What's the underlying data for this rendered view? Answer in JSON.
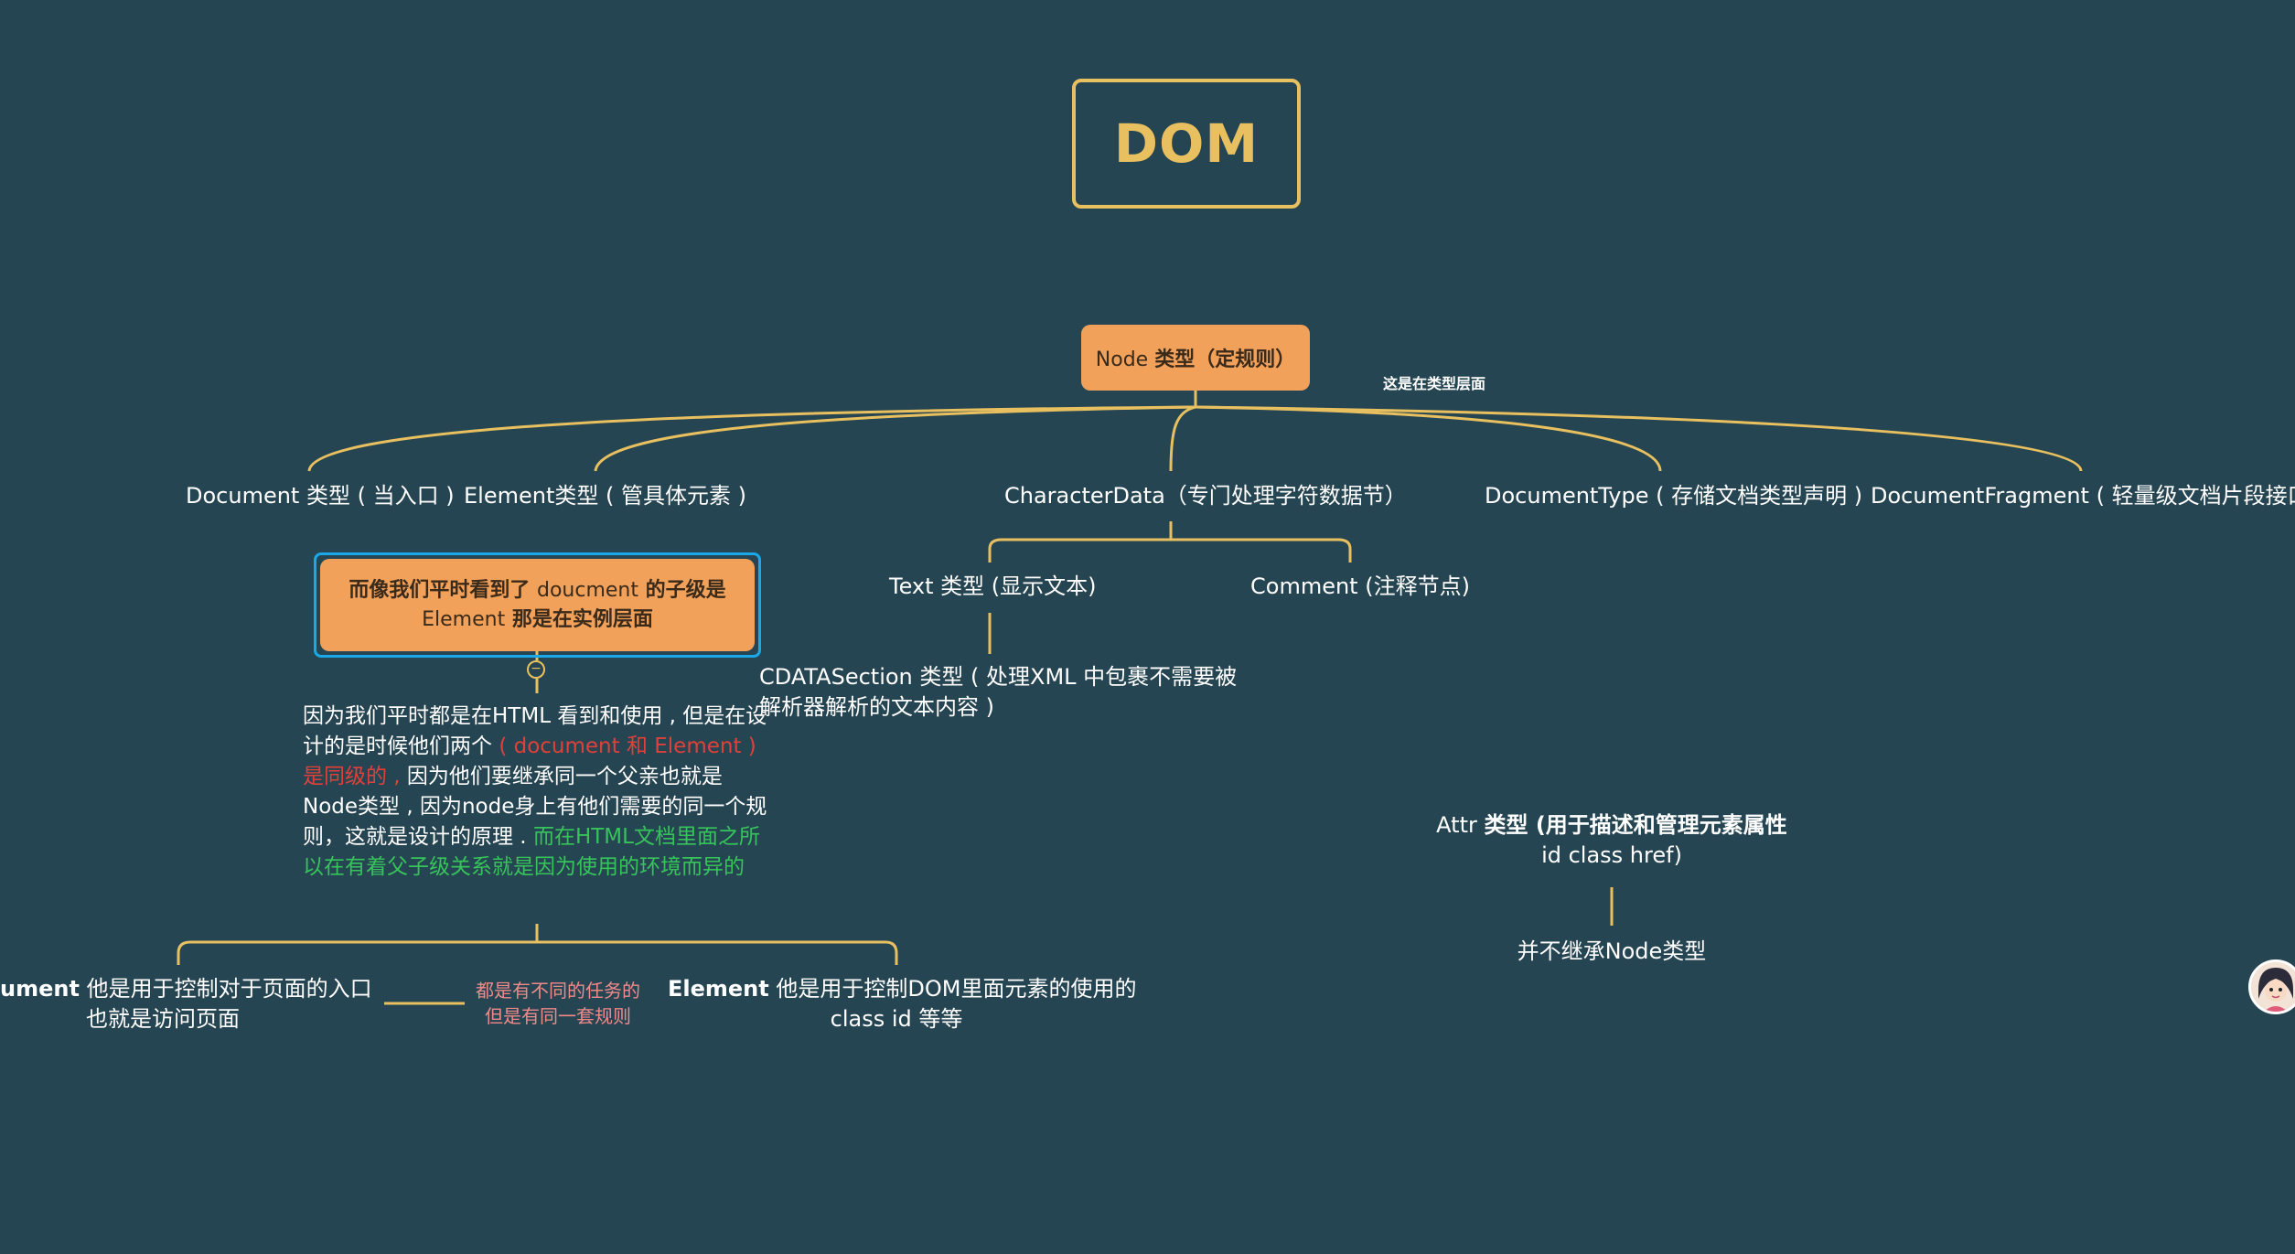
{
  "root": {
    "title": "DOM"
  },
  "main_topic": {
    "label_prefix": "Node ",
    "label_bold": "类型（定规则）"
  },
  "note": "这是在类型层面",
  "branches": {
    "document": "Document 类型 ( 当入口 )",
    "element": "Element类型 ( 管具体元素 )",
    "character_data": "CharacterData（专门处理字符数据节）",
    "document_type": "DocumentType ( 存储文档类型声明 )",
    "document_fragment": "DocumentFragment ( 轻量级文档片段接口 )"
  },
  "character_data_children": {
    "text": "Text 类型 (显示文本)",
    "comment": "Comment (注释节点)",
    "cdata_line1": "CDATASection 类型 ( 处理XML 中包裹不需要被",
    "cdata_line2": "解析器解析的文本内容 )"
  },
  "selected_topic": {
    "part1": "而像我们平时看到了 ",
    "part2": "doucment",
    "part3": " 的子级是",
    "line2_a": "Element",
    "line2_b": " 那是在实例层面"
  },
  "explanation": {
    "t1": "因为我们平时都是在HTML 看到和使用 , 但是在设计的是时候他们两个 ",
    "t2_red": "( document 和 Element ) 是同级的 ,",
    "t3": " 因为他们要继承同一个父亲也就是Node类型 , 因为node身上有他们需要的同一个规则，这就是设计的原理 . ",
    "t4_green": "而在HTML文档里面之所以在有着父子级关系就是因为使用的环境而异的"
  },
  "bottom": {
    "document_bold": "Document",
    "document_rest": " 他是用于控制对于页面的入口",
    "document_line2": "也就是访问页面",
    "relation_line1": "都是有不同的任务的",
    "relation_line2": "但是有同一套规则",
    "element_bold": "Element",
    "element_rest": " 他是用于控制DOM里面元素的使用的",
    "element_line2": "class id 等等"
  },
  "attr": {
    "prefix": "Attr  ",
    "bold": "类型 (用于描述和管理元素属性",
    "line2": "id class href)",
    "child": "并不继承Node类型"
  },
  "colors": {
    "background": "#264552",
    "line": "#e8c060",
    "topic_fill": "#f2a15a",
    "selection": "#1aa9e6",
    "red_text": "#e0403a",
    "green_text": "#36c45a"
  }
}
